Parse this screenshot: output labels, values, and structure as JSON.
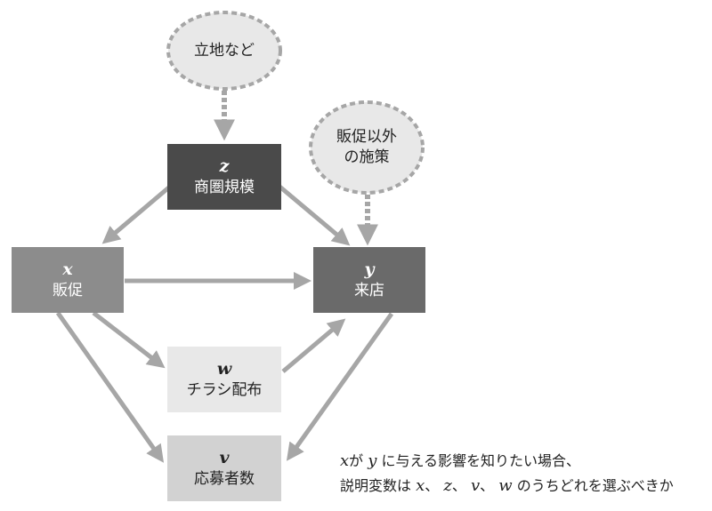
{
  "clouds": {
    "location": "立地など",
    "other_promo_line1": "販促以外",
    "other_promo_line2": "の施策"
  },
  "nodes": {
    "z": {
      "var": "z",
      "label": "商圏規模"
    },
    "x": {
      "var": "x",
      "label": "販促"
    },
    "y": {
      "var": "y",
      "label": "来店"
    },
    "w": {
      "var": "w",
      "label": "チラシ配布"
    },
    "v": {
      "var": "v",
      "label": "応募者数"
    }
  },
  "question": {
    "line1_x": "x",
    "line1_mid": "が",
    "line1_y": "y",
    "line1_rest": "に与える影響を知りたい場合、",
    "line2_head": "説明変数は",
    "v1": "x",
    "sep1": "、",
    "v2": "z",
    "sep2": "、",
    "v3": "v",
    "sep3": "、",
    "v4": "w",
    "line2_tail": "のうちどれを選ぶべきか"
  },
  "colors": {
    "arrow": "#a6a6a6",
    "cloud_fill": "#e8e8e8",
    "cloud_border": "#a6a6a6",
    "node_z": "#4a4a4a",
    "node_y": "#6a6a6a",
    "node_x": "#8c8c8c",
    "node_w": "#e8e8e8",
    "node_v": "#d2d2d2"
  }
}
